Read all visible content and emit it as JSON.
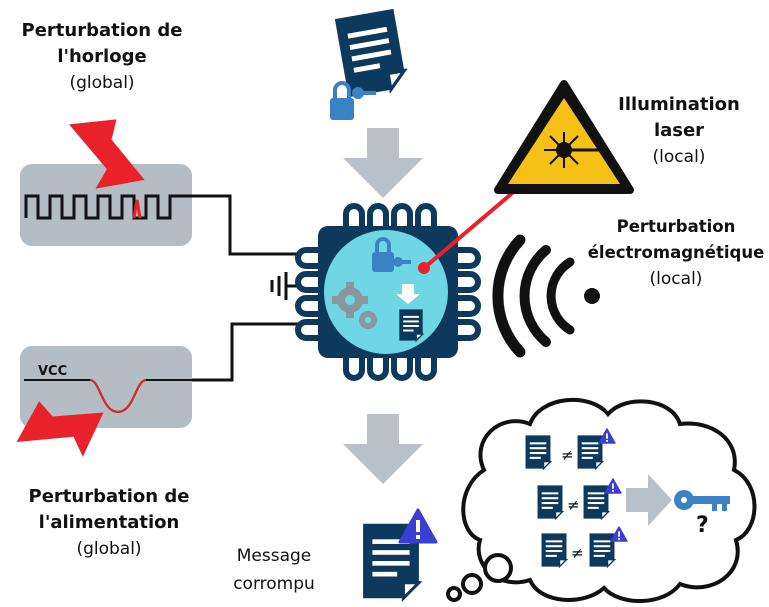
{
  "clock": {
    "title": "Perturbation de\nl'horloge",
    "scope": "(global)"
  },
  "laser": {
    "title": "Illumination\nlaser",
    "scope": "(local)"
  },
  "em": {
    "title": "Perturbation\nélectromagnétique",
    "scope": "(local)"
  },
  "power": {
    "title": "Perturbation de\nl'alimentation",
    "scope": "(global)",
    "vcc": "VCC"
  },
  "output": {
    "label": "Message\ncorrompu"
  },
  "thought": {
    "neq": "≠",
    "question": "?"
  },
  "colors": {
    "doc": "#0d3a5c",
    "key": "#3b82c4",
    "lightning": "#e8212b",
    "laser_yellow": "#f6c117",
    "chip_die": "#6fd6e4",
    "panel_grey": "#b4bcc4",
    "arrow_grey": "#b8c1c9",
    "warning_blue": "#3a3fd1"
  }
}
